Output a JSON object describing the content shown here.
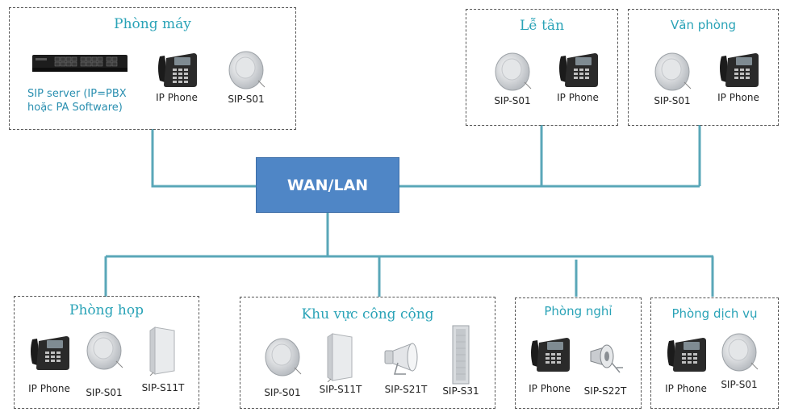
{
  "hub": {
    "label": "WAN/LAN"
  },
  "colors": {
    "line": "#5aa7b8",
    "hub": "#4f86c6",
    "title": "#2aa3b7"
  },
  "groups": {
    "phong_may": {
      "title": "Phòng máy",
      "server_label_line1": "SIP server (IP=PBX",
      "server_label_line2": "hoặc PA Software)",
      "phone_label": "IP Phone",
      "speaker_label": "SIP-S01"
    },
    "le_tan": {
      "title": "Lễ tân",
      "speaker_label": "SIP-S01",
      "phone_label": "IP Phone"
    },
    "van_phong": {
      "title": "Văn phòng",
      "speaker_label": "SIP-S01",
      "phone_label": "IP Phone"
    },
    "phong_hop": {
      "title": "Phòng họp",
      "phone_label": "IP Phone",
      "speaker_label": "SIP-S01",
      "wall_speaker_label": "SIP-S11T"
    },
    "khu_vuc_cong_cong": {
      "title": "Khu vực công cộng",
      "speaker_label": "SIP-S01",
      "wall_speaker_label": "SIP-S11T",
      "horn_label": "SIP-S21T",
      "column_label": "SIP-S31"
    },
    "phong_nghi": {
      "title": "Phòng nghỉ",
      "phone_label": "IP Phone",
      "horn_label": "SIP-S22T"
    },
    "phong_dich_vu": {
      "title": "Phòng dịch vụ",
      "phone_label": "IP Phone",
      "speaker_label": "SIP-S01"
    }
  }
}
